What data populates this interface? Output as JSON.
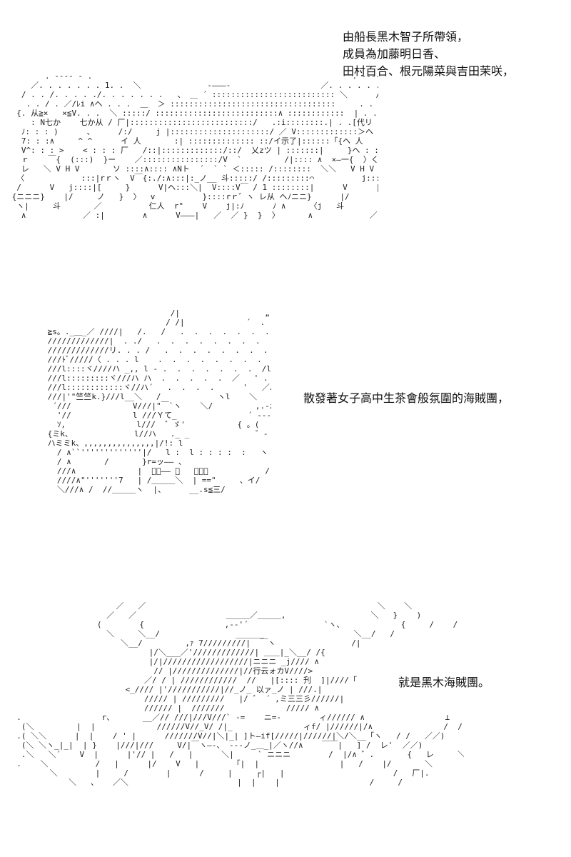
{
  "captions": {
    "first": [
      "由船長黑木智子所帶領，",
      "成員為加藤明日香、",
      "田村百合、根元陽菜與吉田茉咲，"
    ],
    "second": "散發著女子高中生茶會般氛圍的海賊團，",
    "third": "就是黑木海賊團。"
  }
}
